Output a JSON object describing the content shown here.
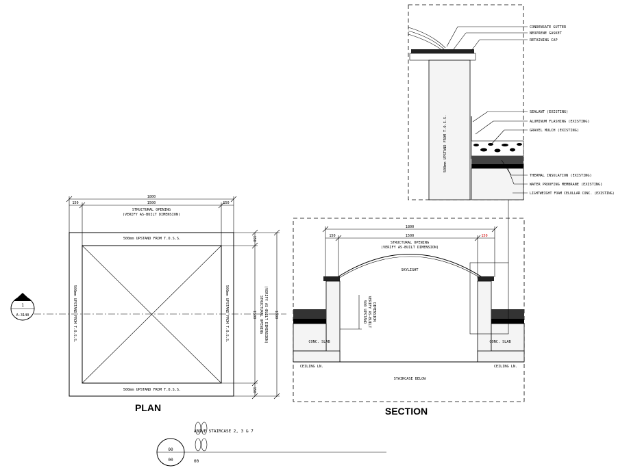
{
  "plan": {
    "title": "PLAN",
    "dim_overall": "1800",
    "dim_left": "150",
    "dim_mid": "1500",
    "dim_right": "150",
    "opening_line1": "STRUCTURAL OPENING",
    "opening_line2": "(VERIFY AS-BUILT DIMENSION)",
    "upstand_top": "500mm UPSTAND FROM T.O.S.S.",
    "upstand_bottom": "500mm UPSTAND FROM T.O.S.S.",
    "upstand_left": "500mm UPSTAND FROM T.O.S.S.",
    "upstand_right": "500mm UPSTAND FROM T.O.S.S.",
    "vdim_top": "150",
    "vdim_mid": "1500",
    "vdim_bottom": "150",
    "vdim_overall": "1800",
    "v_opening_line1": "STRUCTURAL OPENING",
    "v_opening_line2": "(VERIFY AS-BUILT DIMENSION)"
  },
  "section_marker": {
    "number": "1",
    "sheet": "A-3140"
  },
  "section": {
    "title": "SECTION",
    "dim_overall": "1800",
    "dim_left": "150",
    "dim_mid": "1500",
    "dim_right": "150",
    "opening_line1": "STRUCTURAL OPENING",
    "opening_line2": "(VERIFY AS-BUILT DIMENSION)",
    "skylight": "SKYLIGHT",
    "upstand_line1": "500 UPSTAND",
    "upstand_line2": "VERIFY AS-BUILT",
    "upstand_line3": "DIMENSION",
    "conc_slab_left": "CONC. SLAB",
    "conc_slab_right": "CONC. SLAB",
    "ceiling_left": "CEILING LN.",
    "ceiling_right": "CEILING LN.",
    "staircase": "STAIRCASE BELOW"
  },
  "detail": {
    "callouts": [
      "CONDENSATE GUTTER",
      "NEOPRENE GASKET",
      "RETAINING CAP",
      "SEALANT (EXISTING)",
      "ALUMINUM FLASHING (EXISTING)",
      "GRAVEL MULCH (EXISTING)",
      "THERMAL INSULATION (EXISTING)",
      "WATER PROOFING MEMBRANE (EXISTING)",
      "LIGHTWEIGHT FOAM CELULLAR CONC. (EXISTING)"
    ],
    "upstand_text": "500mm UPSTAND FROM T.O.S.S."
  },
  "footer": {
    "note": "ABOVE STAIRCASE 2, 3 & 7",
    "tag_top": "00",
    "tag_bottom": "00"
  }
}
